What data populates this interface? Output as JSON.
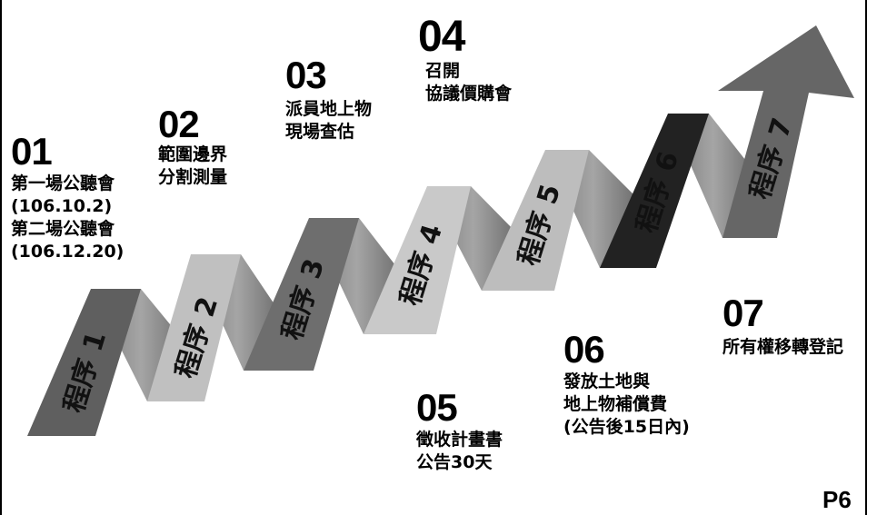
{
  "steps": [
    {
      "num": "01",
      "lines": [
        "第一場公聽會",
        "(106.10.2)",
        "第二場公聽會",
        "(106.12.20)"
      ]
    },
    {
      "num": "02",
      "lines": [
        "範圍邊界",
        "分割測量"
      ]
    },
    {
      "num": "03",
      "lines": [
        "派員地上物",
        "現場查估"
      ]
    },
    {
      "num": "04",
      "lines": [
        "召開",
        "協議價購會"
      ]
    },
    {
      "num": "05",
      "lines": [
        "徵收計畫書",
        "公告30天"
      ]
    },
    {
      "num": "06",
      "lines": [
        "發放土地與",
        "地上物補償費",
        "(公告後15日內)"
      ]
    },
    {
      "num": "07",
      "lines": [
        "所有權移轉登記"
      ]
    }
  ],
  "ribbon_labels": [
    "程序 1",
    "程序 2",
    "程序 3",
    "程序 4",
    "程序 5",
    "程序 6",
    "程序 7"
  ],
  "page_number": "P6",
  "colors": {
    "front": [
      "#5f5f5f",
      "#c0c0c0",
      "#6e6e6e",
      "#c9c9c9",
      "#bdbdbd",
      "#222222",
      "#6a6a6a"
    ],
    "fold": "#8a8a8a",
    "arrow": "#666666"
  }
}
